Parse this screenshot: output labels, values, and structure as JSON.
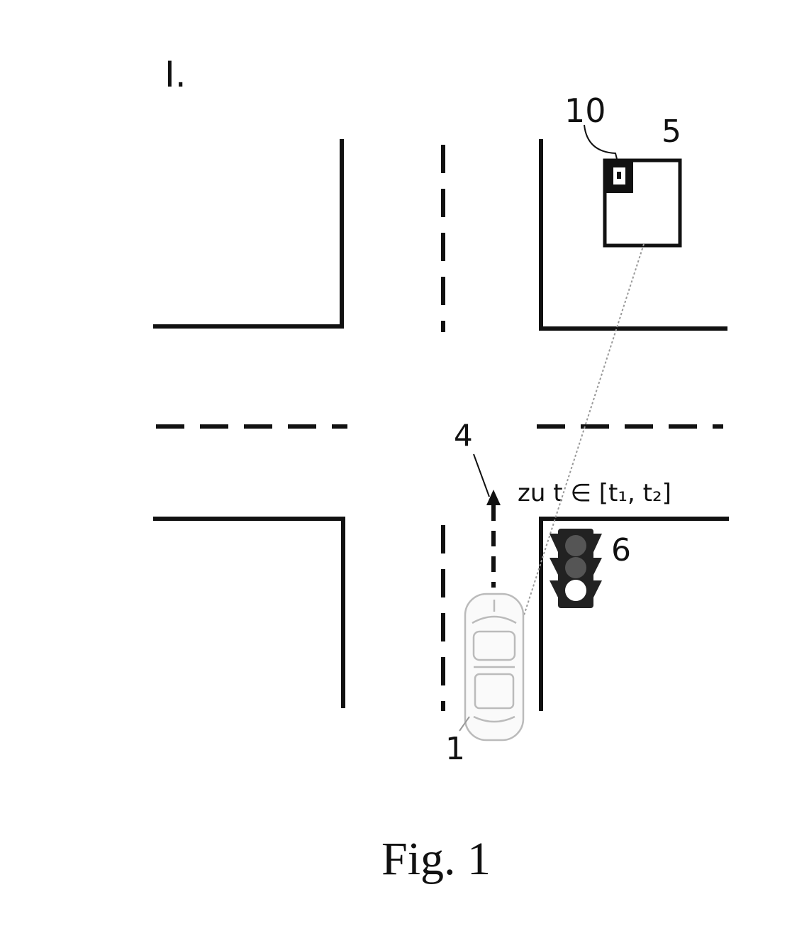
{
  "figure": {
    "panel_label": "I.",
    "caption": "Fig. 1"
  },
  "labels": {
    "vehicle": "1",
    "trajectory": "4",
    "server": "5",
    "traffic_light": "6",
    "module": "10",
    "time_window": "zu t ∈ [t₁, t₂]"
  },
  "icons": {
    "vehicle": "car-topview-icon",
    "traffic_light": "traffic-light-icon",
    "server": "server-box-icon",
    "module": "module-box-icon"
  }
}
